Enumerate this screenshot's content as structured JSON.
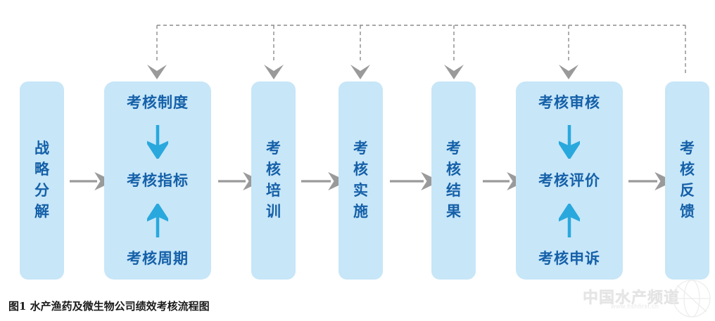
{
  "figure": {
    "caption": "图1  水产渔药及微生物公司绩效考核流程图",
    "colors": {
      "box_fill": "#c7e6f8",
      "box_text": "#1560a8",
      "inner_arrow": "#29a8dd",
      "flow_arrow": "#9a9a9a",
      "feedback_dashed": "#8c8c8c",
      "caption_text": "#1a1a1a"
    }
  },
  "nodes": [
    {
      "id": "strategy-decomposition",
      "kind": "narrow",
      "label": "战略分解"
    },
    {
      "id": "assessment-design",
      "kind": "wide",
      "top": "考核制度",
      "middle": "考核指标",
      "bottom": "考核周期",
      "top_arrow": "down",
      "bottom_arrow": "up"
    },
    {
      "id": "assessment-training",
      "kind": "narrow",
      "label": "考核培训"
    },
    {
      "id": "assessment-execution",
      "kind": "narrow",
      "label": "考核实施"
    },
    {
      "id": "assessment-result",
      "kind": "narrow",
      "label": "考核结果"
    },
    {
      "id": "assessment-review",
      "kind": "wide",
      "top": "考核审核",
      "middle": "考核评价",
      "bottom": "考核申诉",
      "top_arrow": "down",
      "bottom_arrow": "up"
    },
    {
      "id": "assessment-feedback",
      "kind": "narrow",
      "label": "考核反馈"
    }
  ],
  "flow_arrows": [
    {
      "from": "strategy-decomposition",
      "to": "assessment-design"
    },
    {
      "from": "assessment-design",
      "to": "assessment-training"
    },
    {
      "from": "assessment-training",
      "to": "assessment-execution"
    },
    {
      "from": "assessment-execution",
      "to": "assessment-result"
    },
    {
      "from": "assessment-result",
      "to": "assessment-review"
    },
    {
      "from": "assessment-review",
      "to": "assessment-feedback"
    }
  ],
  "feedback_loop": {
    "style": "dashed",
    "source": "assessment-feedback",
    "targets": [
      "assessment-design",
      "assessment-training",
      "assessment-execution",
      "assessment-result",
      "assessment-review"
    ]
  },
  "watermark": {
    "text": "中国水产频道",
    "url": "www.fishfirst.cn",
    "icon": "globe-icon"
  }
}
